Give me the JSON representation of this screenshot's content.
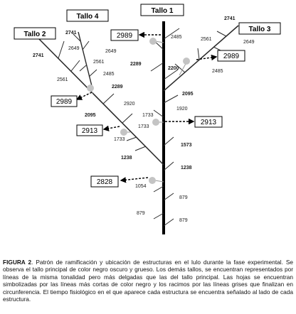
{
  "stems": {
    "tallo1": "Tallo 1",
    "tallo2": "Tallo 2",
    "tallo3": "Tallo 3",
    "tallo4": "Tallo 4"
  },
  "cluster_boxes": {
    "b1": "2989",
    "b2": "2989",
    "b3": "2989",
    "b4": "2913",
    "b5": "2913",
    "b6": "2828"
  },
  "labels": {
    "t2_top": "2741",
    "t2_left": "2741",
    "t4_a": "2649",
    "t4_b": "2649",
    "t4_c": "2561",
    "t4_d": "2561",
    "t4_e": "2485",
    "t2_2289": "2289",
    "t2_2095": "2095",
    "t2_1920": "2920",
    "t2_1733a": "1733",
    "t2_1733b": "1733",
    "t1_2485": "2485",
    "t1_2289": "2289",
    "t1_2200": "2200",
    "t1_2095": "2095",
    "t1_1920": "1920",
    "t1_1733": "1733",
    "t1_1573": "1573",
    "t1_1238b": "1238",
    "t1_1238": "1238",
    "t1_1054": "1054",
    "t1_879a": "879",
    "t1_879b": "879",
    "t1_879c": "879",
    "t3_2741": "2741",
    "t3_2561": "2561",
    "t3_2649": "2649",
    "t3_2485": "2485"
  },
  "caption": {
    "label": "FIGURA 2",
    "text": ". Patrón de ramificación y ubicación de estructuras en el lulo durante la fase experimental. Se observa el tallo principal de color negro oscuro y grueso. Los demás tallos, se encuentran representados por líneas de la misma tonalidad pero más delgadas que las del tallo principal. Las hojas se encuentran simbolizadas por las líneas más cortas de color negro y los racimos por las líneas grises que finalizan en circunferencia. El tiempo fisiológico en el que aparece cada estructura se encuentra señalado al lado de cada estructura."
  },
  "colors": {
    "main_stem": "#000000",
    "branches": "#2a2a2a",
    "cluster": "#bdbdbd",
    "arrow": "#000000"
  }
}
